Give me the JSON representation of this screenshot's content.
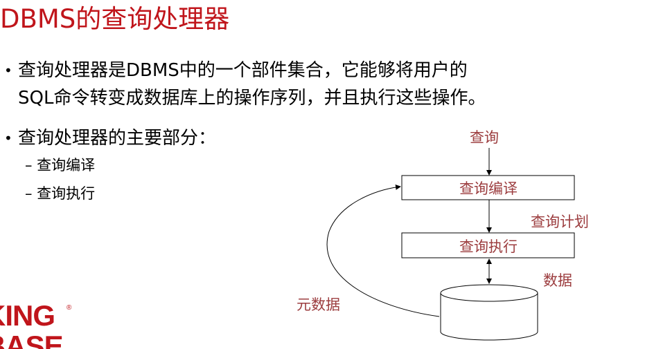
{
  "slide": {
    "title": "DBMS的查询处理器",
    "bullet1_line1": "查询处理器是DBMS中的一个部件集合，它能够将用户的",
    "bullet1_line2": "SQL命令转变成数据库上的操作序列，并且执行这些操作。",
    "bullet2": "查询处理器的主要部分：",
    "sub_items": [
      "– 查询编译",
      "– 查询执行"
    ],
    "bullet_glyph": "•"
  },
  "diagram": {
    "input_label": "查询",
    "compile_box": "查询编译",
    "plan_label": "查询计划",
    "execute_box": "查询执行",
    "data_label": "数据",
    "metadata_label": "元数据"
  },
  "logo": {
    "line1": "KING",
    "line2": "BASE",
    "mark": "®"
  },
  "colors": {
    "title": "#c0151b",
    "diagram_text": "#9c3d3f",
    "logo": "#c0151b"
  }
}
